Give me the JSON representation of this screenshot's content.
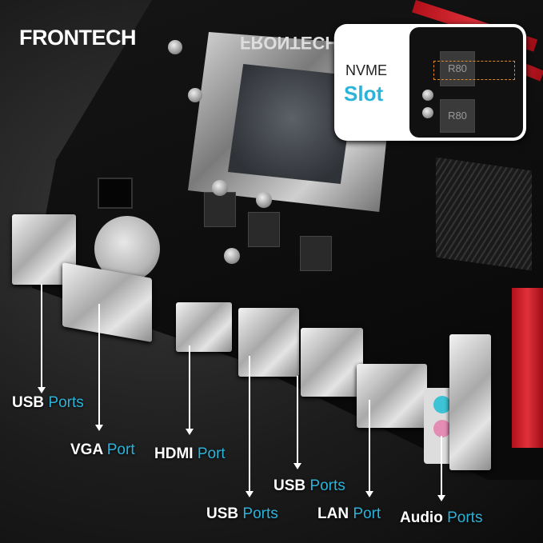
{
  "brand": {
    "logo_text": "FRONTECH"
  },
  "inset": {
    "line1": "NVME",
    "line2": "Slot",
    "chip_text_1": "R80",
    "chip_text_2": "R80"
  },
  "board_silkscreen": "FRONTECH",
  "callouts": [
    {
      "word": "USB",
      "accent": "Ports"
    },
    {
      "word": "VGA",
      "accent": "Port"
    },
    {
      "word": "HDMI",
      "accent": "Port"
    },
    {
      "word": "USB",
      "accent": "Ports"
    },
    {
      "word": "USB",
      "accent": "Ports"
    },
    {
      "word": "LAN",
      "accent": "Port"
    },
    {
      "word": "Audio",
      "accent": "Ports"
    }
  ],
  "colors": {
    "accent": "#2bb3d9",
    "label": "#ffffff",
    "slot_red": "#d42a33"
  }
}
